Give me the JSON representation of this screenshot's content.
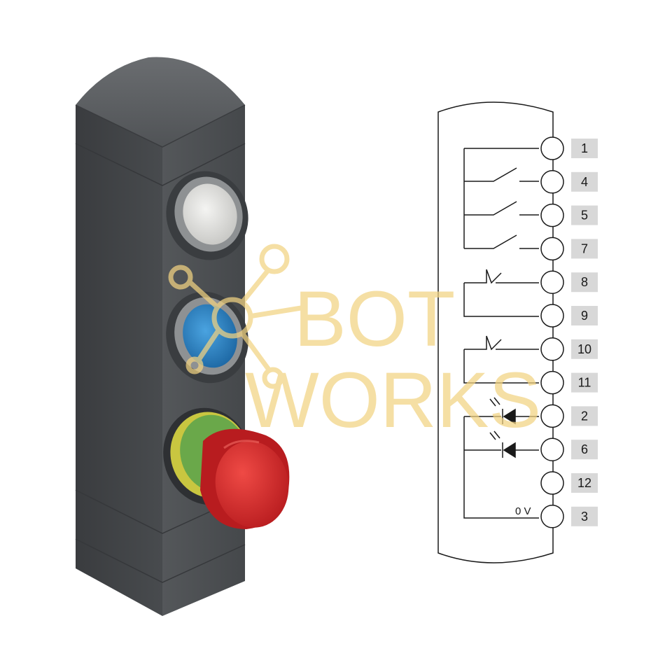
{
  "diagram": {
    "terminals": [
      {
        "label": "1"
      },
      {
        "label": "4"
      },
      {
        "label": "5"
      },
      {
        "label": "7"
      },
      {
        "label": "8"
      },
      {
        "label": "9"
      },
      {
        "label": "10"
      },
      {
        "label": "11"
      },
      {
        "label": "2"
      },
      {
        "label": "6"
      },
      {
        "label": "12"
      },
      {
        "label": "3"
      }
    ],
    "voltage_label": "0 V"
  },
  "watermark": {
    "line1": "BOT",
    "line2": "WORKS",
    "color": "#f2d382"
  },
  "device": {
    "housing_color": "#4a4d50",
    "top_button_color": "#e4e4e2",
    "middle_button_color": "#2c82c4",
    "estop_color": "#d8262a",
    "estop_ring_color": "#c9c640"
  }
}
